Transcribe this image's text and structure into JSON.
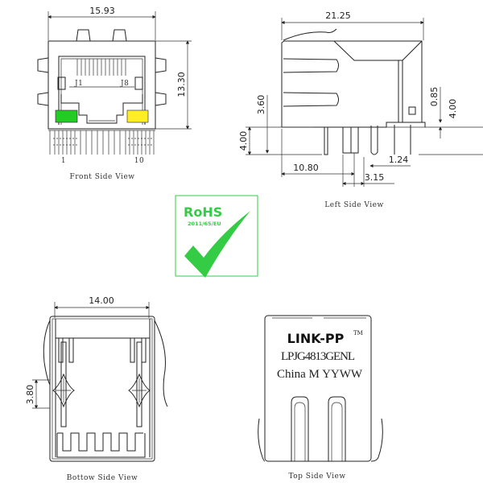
{
  "colors": {
    "led_left": "#22cc22",
    "led_right": "#ffee22",
    "rohs": "#33cc44",
    "line": "#222222"
  },
  "front_view": {
    "caption": "Front Side View",
    "width_dim": "15.93",
    "height_dim": "13.30",
    "pin_label_first": "J1",
    "pin_label_last": "J8",
    "pin_num_first": "1",
    "pin_num_last": "10"
  },
  "left_view": {
    "caption": "Left Side View",
    "length_dim": "21.25",
    "dim_3_60": "3.60",
    "dim_4_00_left": "4.00",
    "dim_10_80": "10.80",
    "dim_3_15": "3.15",
    "dim_1_24": "1.24",
    "dim_0_85": "0.85",
    "dim_4_00_right": "4.00"
  },
  "rohs": {
    "title": "RoHS",
    "directive": "2011/65/EU"
  },
  "bottom_view": {
    "caption": "Bottow Side View",
    "width_dim": "14.00",
    "dim_3_80": "3.80"
  },
  "top_view": {
    "caption": "Top Side View",
    "brand": "LINK-PP",
    "trademark": "TM",
    "part_number": "LPJG4813GENL",
    "marking": "China M YYWW"
  }
}
